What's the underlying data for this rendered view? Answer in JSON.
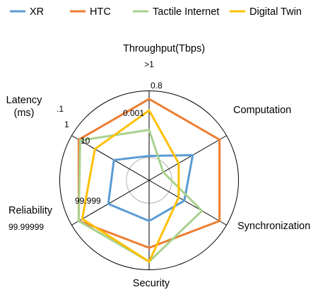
{
  "chart_data": {
    "type": "radar",
    "axes": [
      {
        "label": "Throughput(Tbps)",
        "ticks": [
          ">1",
          "0.8",
          "0.001"
        ]
      },
      {
        "label": "Computation",
        "ticks": []
      },
      {
        "label": "Synchronization",
        "ticks": []
      },
      {
        "label": "Security",
        "ticks": []
      },
      {
        "label": "Reliability",
        "ticks": [
          "99.99999",
          "99.999"
        ]
      },
      {
        "label": "Latency\n(ms)",
        "ticks": [
          ".1",
          "1",
          "10"
        ]
      }
    ],
    "scale": {
      "min": 0,
      "max": 1
    },
    "gridlines": {
      "inner_circle": 0.28,
      "outer_circle": 1.1
    },
    "series": [
      {
        "name": "XR",
        "color": "#5b9bd5",
        "values": [
          0.3,
          0.62,
          0.5,
          0.5,
          0.58,
          0.5
        ]
      },
      {
        "name": "HTC",
        "color": "#ed7d31",
        "values": [
          1.0,
          1.0,
          1.0,
          0.83,
          1.0,
          1.0
        ]
      },
      {
        "name": "Tactile Internet",
        "color": "#a9d18e",
        "values": [
          0.62,
          0.2,
          0.75,
          1.0,
          1.0,
          0.98
        ]
      },
      {
        "name": "Digital Twin",
        "color": "#ffc000",
        "values": [
          0.86,
          0.42,
          0.42,
          1.0,
          0.95,
          0.77
        ]
      }
    ]
  }
}
